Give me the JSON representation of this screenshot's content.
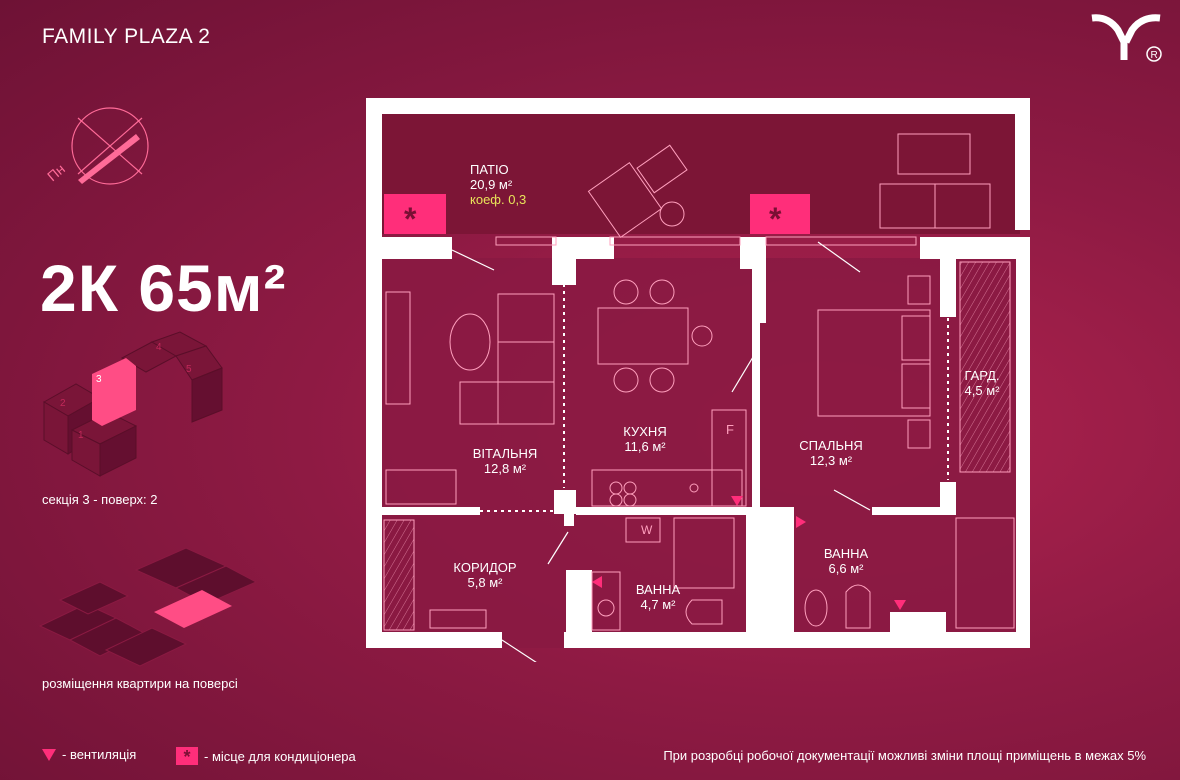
{
  "header": {
    "title": "FAMILY PLAZA 2"
  },
  "compass": {
    "label": "Пн"
  },
  "apartment": {
    "type": "2К 65м²"
  },
  "location": {
    "section_floor": "секція 3 - поверх: 2",
    "placement": "розміщення квартири на поверсі"
  },
  "section_map": {
    "labels": [
      "1",
      "2",
      "3",
      "4",
      "5"
    ]
  },
  "rooms": {
    "patio": {
      "name": "ПАТІО",
      "area": "20,9 м²",
      "coef": "коеф. 0,3"
    },
    "living": {
      "name": "ВІТАЛЬНЯ",
      "area": "12,8 м²"
    },
    "kitchen": {
      "name": "КУХНЯ",
      "area": "11,6 м²"
    },
    "bedroom": {
      "name": "СПАЛЬНЯ",
      "area": "12,3 м²"
    },
    "wardrobe": {
      "name": "ГАРД.",
      "area": "4,5 м²"
    },
    "corridor": {
      "name": "КОРИДОР",
      "area": "5,8 м²"
    },
    "bath1": {
      "name": "ВАННА",
      "area": "4,7 м²"
    },
    "bath2": {
      "name": "ВАННА",
      "area": "6,6 м²"
    }
  },
  "appliances": {
    "fridge": "F",
    "washer": "W"
  },
  "legend": {
    "ventilation": "- вентиляція",
    "ac": "- місце для кондиціонера",
    "ac_symbol": "*"
  },
  "footer": {
    "disclaimer": "При розробці робочої документації можливі зміни площі приміщень в межах 5%"
  },
  "colors": {
    "accent": "#ff2e7a",
    "background": "#8e1a43",
    "wall": "#ffffff",
    "coef": "#e8e35a"
  }
}
